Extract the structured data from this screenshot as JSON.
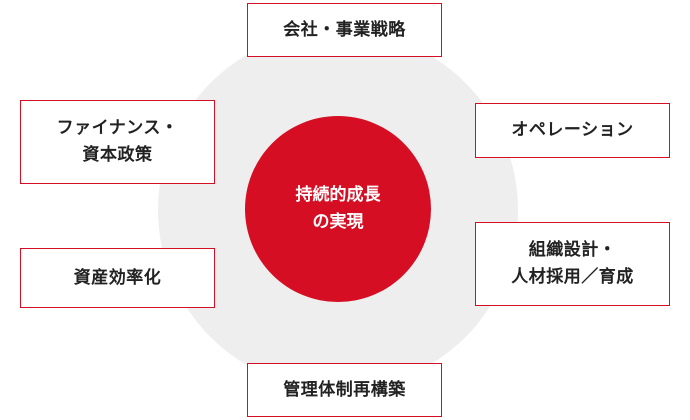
{
  "center": {
    "lines": [
      "持続的成長",
      "の実現"
    ]
  },
  "nodes": {
    "top": {
      "lines": [
        "会社・事業戦略"
      ]
    },
    "left_top": {
      "lines": [
        "ファイナンス・",
        "資本政策"
      ]
    },
    "right_top": {
      "lines": [
        "オペレーション"
      ]
    },
    "left_bottom": {
      "lines": [
        "資産効率化"
      ]
    },
    "right_bottom": {
      "lines": [
        "組織設計・",
        "人材採用／育成"
      ]
    },
    "bottom": {
      "lines": [
        "管理体制再構築"
      ]
    }
  },
  "colors": {
    "accent": "#d50e23",
    "ring": "#eeeeee",
    "text": "#222222"
  }
}
